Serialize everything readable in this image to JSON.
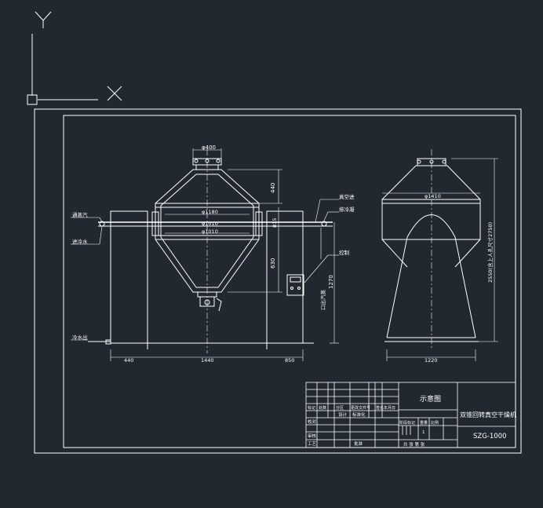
{
  "ucs": {
    "y_label": "Y"
  },
  "dims": {
    "top_dia": "φ400",
    "h_440": "440",
    "d1180": "φ1180",
    "d1010a": "φ1010",
    "d1010b": "φ1010",
    "v630": "630",
    "v815": "815",
    "v1270": "1270",
    "b440": "440",
    "b1440": "1440",
    "b850": "850",
    "side_dia": "φ1410",
    "side_height": "2550(含上人孔尺寸2750)",
    "side_bottom": "1220"
  },
  "callouts": {
    "left1": "通蒸汽",
    "left2": "进冷水",
    "left3": "冷水出",
    "right1": "真空进",
    "right2": "排冷凝",
    "right3": "控制",
    "right_vert": "口出汽蒸"
  },
  "title_block": {
    "drawing_name": "示意图",
    "product_name": "双锥回转真空干燥机",
    "model": "SZG-1000",
    "rev_headers": [
      "标记",
      "处数",
      "分区",
      "更改文件号",
      "签名",
      "年月日"
    ],
    "design": "设计",
    "standard": "标准化",
    "proofread": "校对",
    "review": "审核",
    "craft": "工艺",
    "approve": "批准",
    "stage_label": "阶段标记",
    "weight": "重量",
    "ratio": "比例",
    "scale_val": "1",
    "sheets": "共 张 第 张"
  }
}
